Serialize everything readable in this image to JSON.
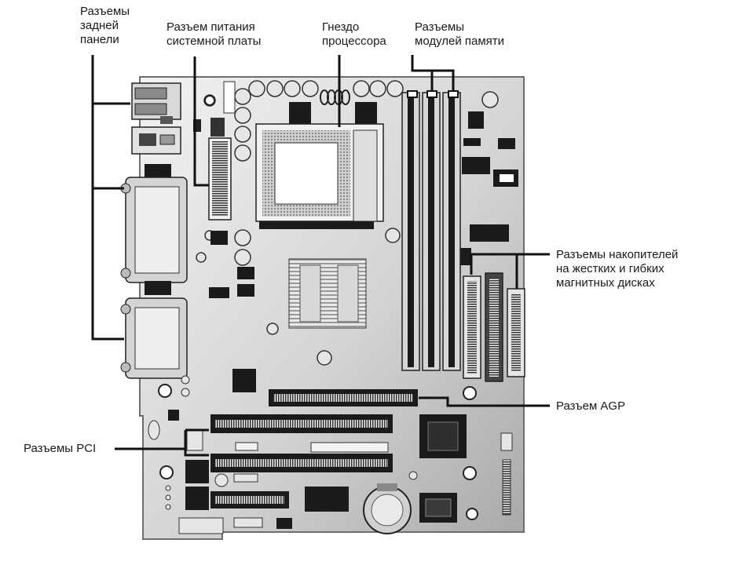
{
  "labels": {
    "rear_panel": [
      "Разъемы",
      "задней",
      "панели"
    ],
    "power": [
      "Разъем питания",
      "системной платы"
    ],
    "cpu": [
      "Гнездо",
      "процессора"
    ],
    "memory": [
      "Разъемы",
      "модулей памяти"
    ],
    "drives": [
      "Разъемы накопителей",
      "на жестких и гибких",
      "магнитных дисках"
    ],
    "agp": [
      "Разъем AGP"
    ],
    "pci": [
      "Разъемы PCI"
    ]
  },
  "colors": {
    "board": "#c9c9c9",
    "board_edge": "#6e6e6e",
    "dark_component": "#1b1b1b",
    "leader_line": "#111111",
    "text": "#1a1a1a"
  }
}
